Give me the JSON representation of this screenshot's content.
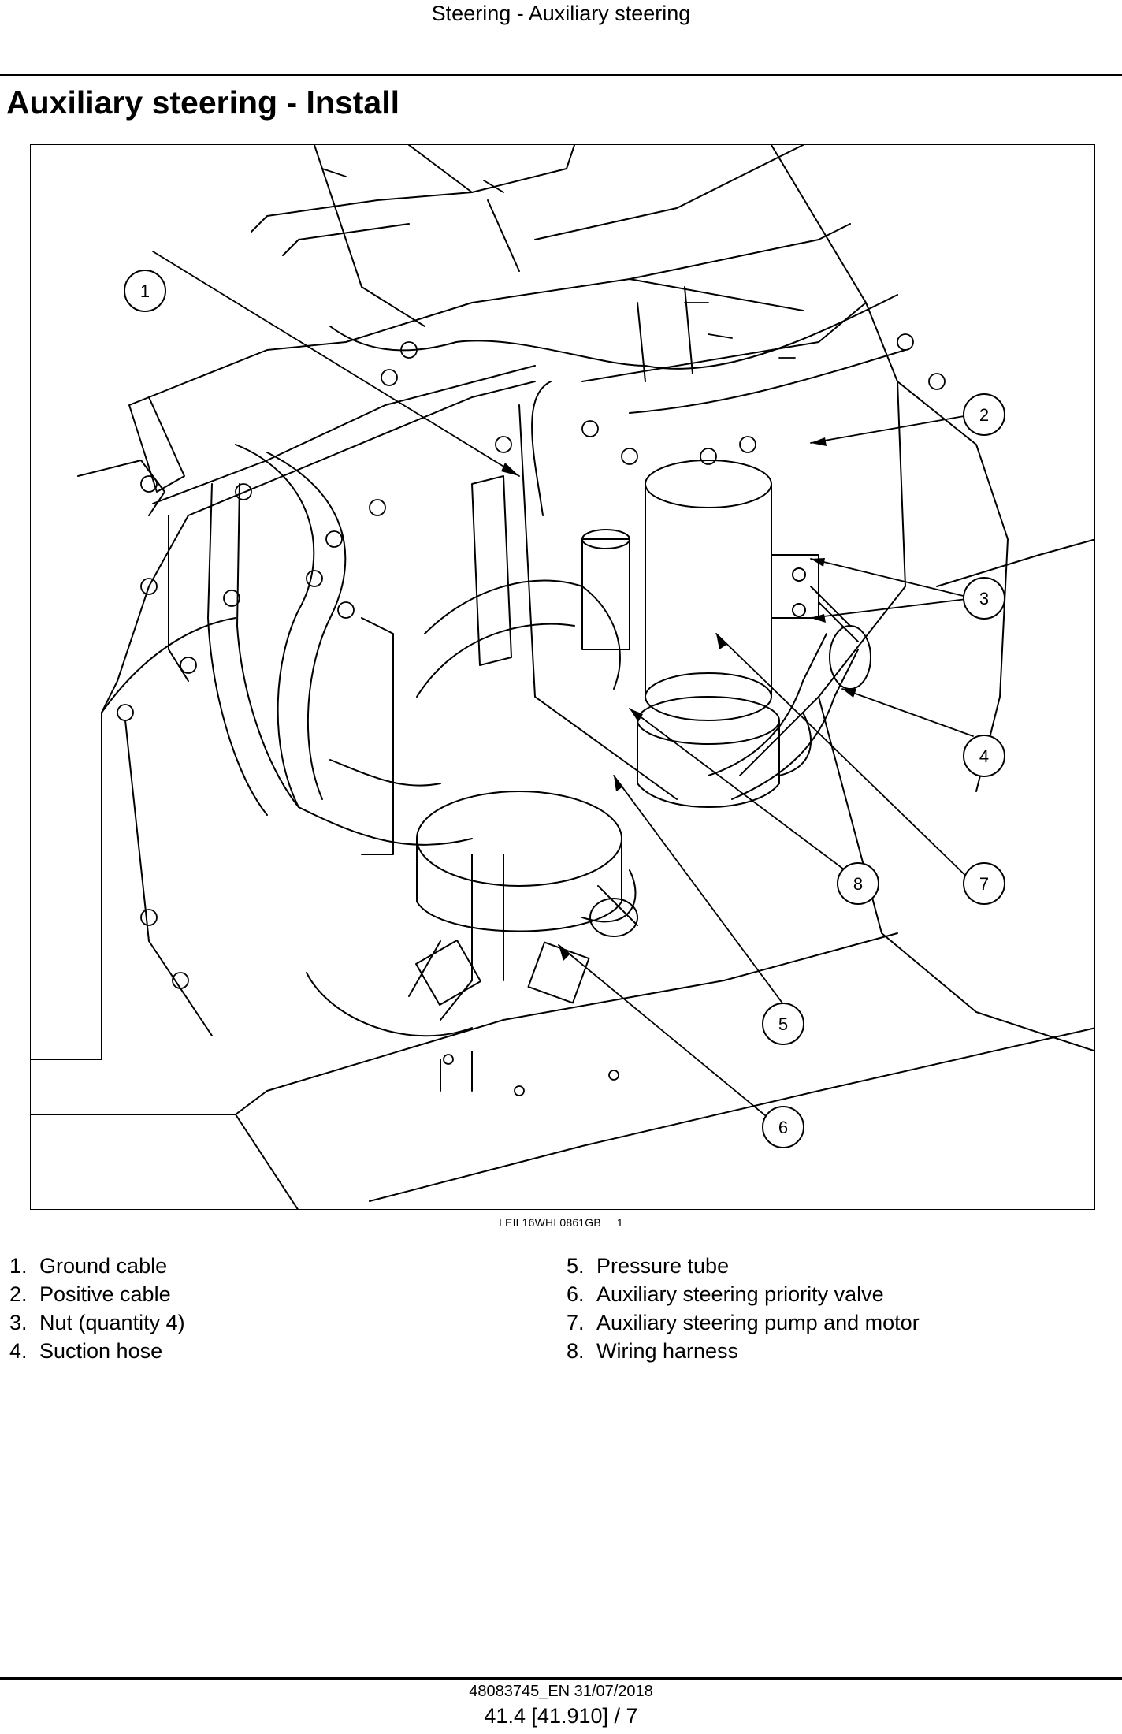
{
  "header": {
    "running_title": "Steering - Auxiliary steering"
  },
  "title": "Auxiliary steering - Install",
  "figure": {
    "code": "LEIL16WHL0861GB",
    "number": "1",
    "callouts": [
      "1",
      "2",
      "3",
      "4",
      "5",
      "6",
      "7",
      "8"
    ]
  },
  "legend": [
    {
      "num": "1.",
      "text": "Ground cable"
    },
    {
      "num": "2.",
      "text": "Positive cable"
    },
    {
      "num": "3.",
      "text": "Nut (quantity 4)"
    },
    {
      "num": "4.",
      "text": "Suction hose"
    },
    {
      "num": "5.",
      "text": "Pressure tube"
    },
    {
      "num": "6.",
      "text": "Auxiliary steering priority valve"
    },
    {
      "num": "7.",
      "text": "Auxiliary steering pump and motor"
    },
    {
      "num": "8.",
      "text": "Wiring harness"
    }
  ],
  "footer": {
    "doc_id": "48083745_EN 31/07/2018",
    "page_ref": "41.4 [41.910] / 7"
  }
}
